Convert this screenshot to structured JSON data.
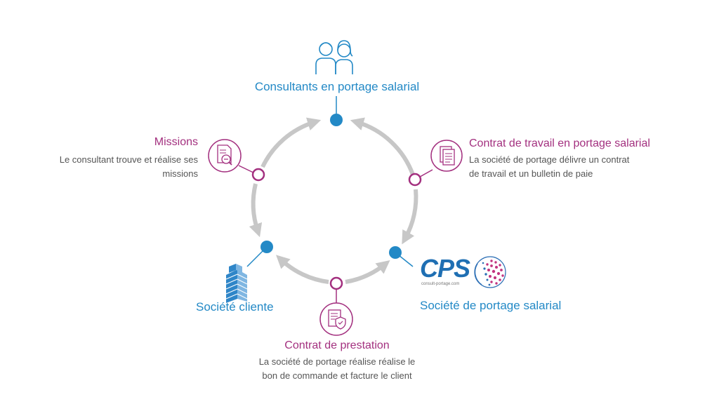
{
  "colors": {
    "blue": "#2389c6",
    "magenta": "#a3307f",
    "arrow": "#c7c7c7",
    "text": "#555555"
  },
  "nodes": {
    "consultants": {
      "title": "Consultants en portage salarial",
      "icon": "people-icon"
    },
    "contrat_travail": {
      "title": "Contrat de travail en portage salarial",
      "desc1": "La société de portage délivre un contrat",
      "desc2": "de travail et un bulletin de paie",
      "icon": "document-icon"
    },
    "societe_portage": {
      "title": "Société de portage salarial",
      "logo_text": "CPS",
      "logo_sub": "consult-portage.com"
    },
    "contrat_prestation": {
      "title": "Contrat de prestation",
      "desc1": "La société de portage réalise réalise le",
      "desc2": "bon de commande et facture le client",
      "icon": "secure-document-icon"
    },
    "societe_cliente": {
      "title": "Société cliente",
      "icon": "building-icon"
    },
    "missions": {
      "title": "Missions",
      "desc1": "Le consultant trouve et réalise ses",
      "desc2": "missions",
      "icon": "document-search-icon"
    }
  }
}
